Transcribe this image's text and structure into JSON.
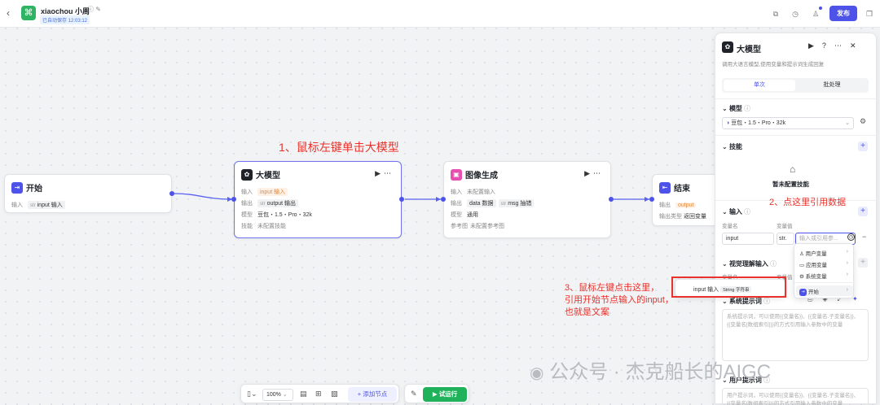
{
  "topbar": {
    "back_icon": "chevron-left",
    "app_name": "xiaochou 小周",
    "save_status": "已自动保存 12:03:12",
    "publish_label": "发布"
  },
  "nodes": {
    "start": {
      "title": "开始",
      "input_key": "输入",
      "input_type": "str",
      "input_value": "input 输入"
    },
    "llm": {
      "title": "大模型",
      "input_key": "输入",
      "input_value": "input 输入",
      "output_key": "输出",
      "output_type": "str",
      "output_value": "output 输出",
      "model_key": "模型",
      "model_value": "豆包・1.5・Pro・32k",
      "skill_key": "技能",
      "skill_value": "未配置技能"
    },
    "image": {
      "title": "图像生成",
      "input_key": "输入",
      "input_value": "未配置输入",
      "output_key": "输出",
      "output_tag1": "data 数据",
      "output_type2": "str",
      "output_tag2": "msg 抽错",
      "model_key": "模型",
      "model_value": "通用",
      "ref_key": "参考图",
      "ref_value": "未配置参考图"
    },
    "end": {
      "title": "结束",
      "output_key": "输出",
      "output_value": "output",
      "output_type_key": "输出类型",
      "output_type_value": "返回变量"
    }
  },
  "panel": {
    "title": "大模型",
    "description": "调用大语言模型,使用变量和提示词生成回复",
    "tab_single": "单次",
    "tab_batch": "批处理",
    "model_section": "模型",
    "model_value": "豆包・1.5・Pro・32k",
    "skills_section": "技能",
    "skills_empty": "暂未配置技能",
    "input_section": "输入",
    "col_var_name": "变量名",
    "col_var_value": "变量值",
    "input_var_name": "input",
    "input_var_type": "str.",
    "input_var_placeholder": "输入或引用参...",
    "vision_section": "视觉理解输入",
    "vision_col": "变量名",
    "vision_col2": "变量值",
    "system_prompt_section": "系统提示词",
    "system_prompt_placeholder": "系统提示词，可以使用{{变量名}}、{{变量名.子变量名}}、{{变量名[数组索引]}}的方式引用输入参数中的变量",
    "user_prompt_section": "用户提示词",
    "user_prompt_placeholder": "用户提示词，可以使用{{变量名}}、{{变量名.子变量名}}、{{变量名[数组索引]}}的方式引用输入参数中的变量"
  },
  "ref_menu": {
    "items": [
      "用户变量",
      "应用变量",
      "系统变量",
      "开始"
    ]
  },
  "ref_submenu": {
    "name": "input 输入",
    "type": "String 字符串"
  },
  "annotations": {
    "step1": "1、鼠标左键单击大模型",
    "step2": "2、点这里引用数据",
    "step3_line1": "3、鼠标左键点击这里，",
    "step3_line2": "引用开始节点输入的input，",
    "step3_line3": "也就是文案"
  },
  "toolbar": {
    "zoom": "100%",
    "add_node": "添加节点",
    "run": "试运行"
  },
  "watermark": "公众号 · 杰克船长的AIGC",
  "colors": {
    "brand": "#4d53e8",
    "start_icon": "#4d53e8",
    "llm_icon": "#1f2329",
    "image_icon": "#e64fb0",
    "end_icon": "#4d53e8",
    "run_button": "#1fb25a",
    "annotation": "#e8322b"
  }
}
